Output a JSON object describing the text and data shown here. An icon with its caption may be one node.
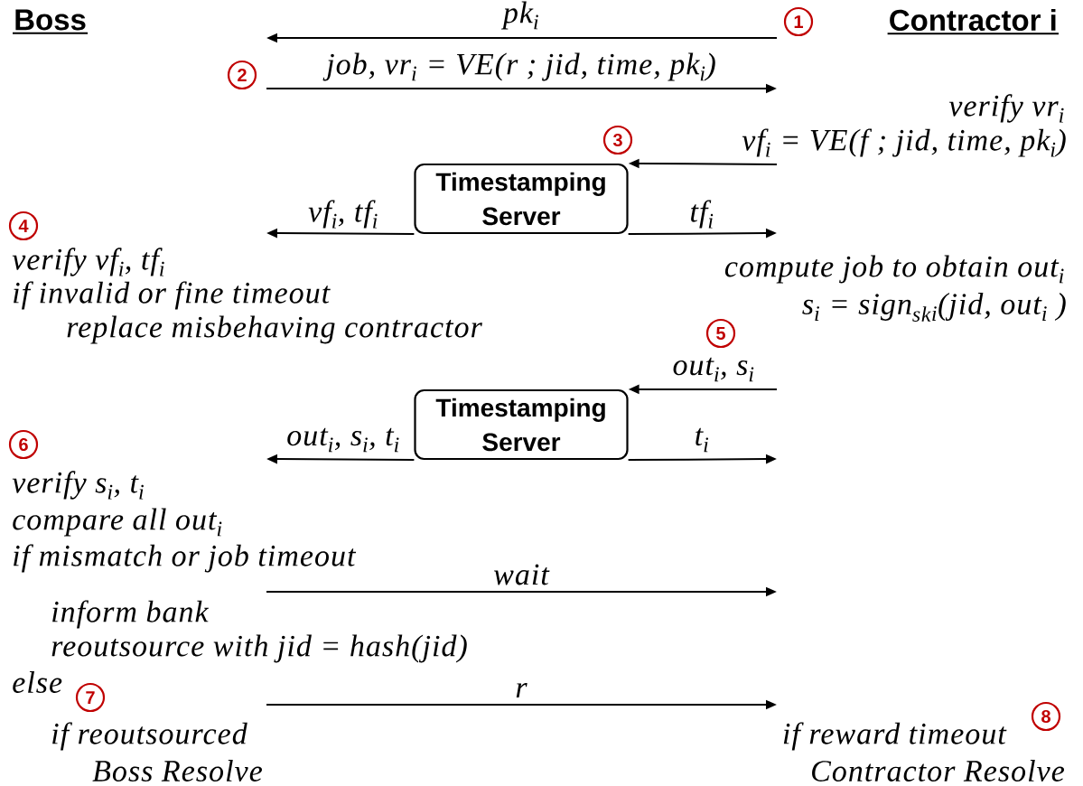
{
  "diagram": {
    "nodes": [
      {
        "text": [
          "Boss"
        ]
      },
      {
        "text": [
          "1"
        ]
      },
      {
        "text": [
          "Contractor i"
        ]
      },
      {
        "text": [
          "2"
        ]
      },
      {
        "text": [
          "3"
        ]
      },
      {
        "text": [
          "Timestamping Server"
        ]
      },
      {
        "text": [
          "4"
        ]
      },
      {
        "text": [
          "5"
        ]
      },
      {
        "text": [
          "Timestamping Server"
        ]
      },
      {
        "text": [
          "6"
        ]
      },
      {
        "text": [
          "7"
        ]
      },
      {
        "text": [
          "8"
        ]
      }
    ],
    "edges": [
      {
        "from": null,
        "to": 5,
        "arrow": "to",
        "label": "vf$_{i}$ = VE(f ; jid, time, pk$_{i}$)"
      },
      {
        "from": 5,
        "to": null,
        "arrow": "to",
        "label": "vf$_{i}$, tf$_{i}$"
      },
      {
        "from": 5,
        "to": null,
        "arrow": "to",
        "label": "tf$_{i}$"
      },
      {
        "from": null,
        "to": 8,
        "arrow": "to",
        "label": "out$_{i}$, s$_{i}$"
      },
      {
        "from": 8,
        "to": null,
        "arrow": "to",
        "label": "out$_{i}$, s$_{i}$, t$_{i}$"
      },
      {
        "from": 8,
        "to": null,
        "arrow": "to",
        "label": "t$_{i}$"
      }
    ],
    "labels": [
      "pk$_{i}$",
      "job, vr$_{i}$ = VE(r ; jid, time, pk$_{i}$)",
      "verify vr$_{i}$",
      "verify vf$_{i}$, tf$_{i}$",
      "compute job to obtain out$_{i}$",
      "if invalid or fine timeout",
      "s$_{i}$ = sign$_{sk}$$_{i}$(jid, out$_{i}$ )",
      "replace misbehaving contractor",
      "verify s$_{i}$, t$_{i}$",
      "compare all out$_{i}$",
      "if mismatch or job timeout",
      "wait",
      "inform bank",
      "reoutsource with jid = hash(jid)",
      "else",
      "r",
      "if reoutsourced",
      "if reward timeout",
      "Boss Resolve",
      "Contractor Resolve"
    ]
  }
}
